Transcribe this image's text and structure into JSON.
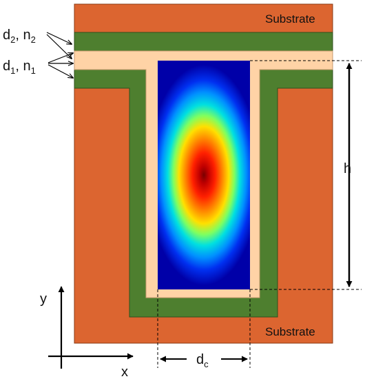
{
  "labels": {
    "substrate_top": "Substrate",
    "substrate_bottom": "Substrate",
    "layer2": {
      "d": "d",
      "d_sub": "2",
      "sep": ", ",
      "n": "n",
      "n_sub": "2"
    },
    "layer1": {
      "d": "d",
      "d_sub": "1",
      "sep": ", ",
      "n": "n",
      "n_sub": "1"
    },
    "height": "h",
    "core_width": {
      "d": "d",
      "sub": "c"
    },
    "axis_x": "x",
    "axis_y": "y"
  },
  "colors": {
    "substrate": "#DC6530",
    "layer2": "#4E7F2F",
    "layer1": "#FFD3A6",
    "field_center": "#7A0000",
    "field_edge": "#0000A8"
  }
}
